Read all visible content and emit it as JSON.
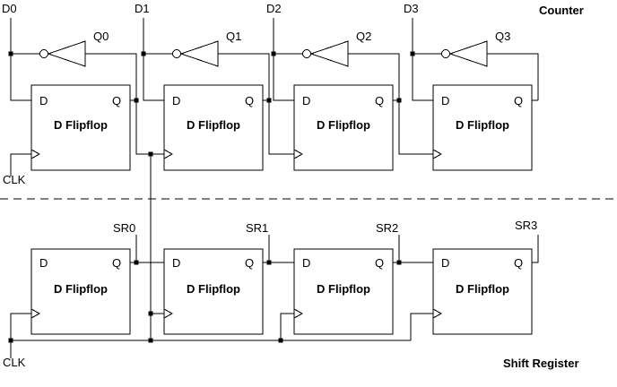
{
  "titles": {
    "counter": "Counter",
    "shift_register": "Shift Register"
  },
  "clock": {
    "top_label": "CLK",
    "bottom_label": "CLK"
  },
  "flipflop": {
    "d_pin": "D",
    "q_pin": "Q",
    "name": "D Flipflop"
  },
  "counter": {
    "input_labels": [
      "D0",
      "D1",
      "D2",
      "D3"
    ],
    "output_labels": [
      "Q0",
      "Q1",
      "Q2",
      "Q3"
    ]
  },
  "shift_register": {
    "output_labels": [
      "SR0",
      "SR1",
      "SR2",
      "SR3"
    ]
  },
  "colors": {
    "line": "#000000",
    "background": "#ffffff"
  }
}
